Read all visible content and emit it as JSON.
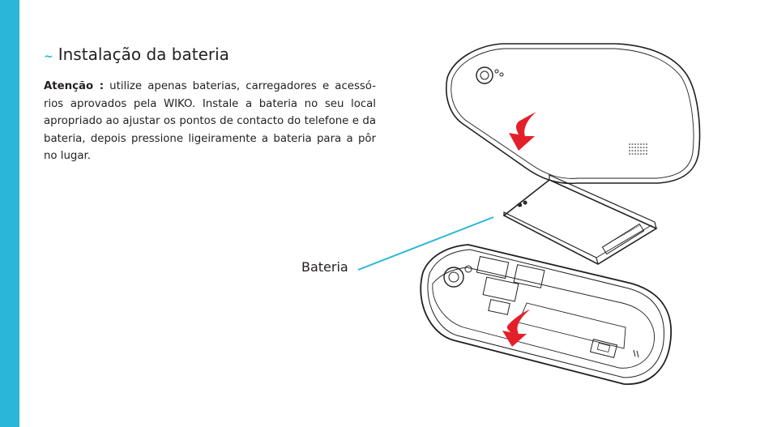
{
  "colors": {
    "accent": "#29b6d9",
    "arrow": "#e3202a",
    "text": "#231f20",
    "line": "#231f20"
  },
  "section": {
    "tilde": "~",
    "title": "Instalação da bateria"
  },
  "paragraph": {
    "lead": "Atenção :",
    "text": " utilize apenas baterias, carregadores e acessó-rios aprovados pela WIKO. Instale a bateria no seu local apropriado ao ajustar os pontos de contacto do telefone e da bateria, depois pressione ligeiramente a bateria para a pôr no lugar."
  },
  "illustration": {
    "callout_label": "Bateria",
    "icons": [
      "back-cover-drawing",
      "battery-drawing",
      "phone-body-drawing",
      "press-down-arrow-icon"
    ]
  }
}
